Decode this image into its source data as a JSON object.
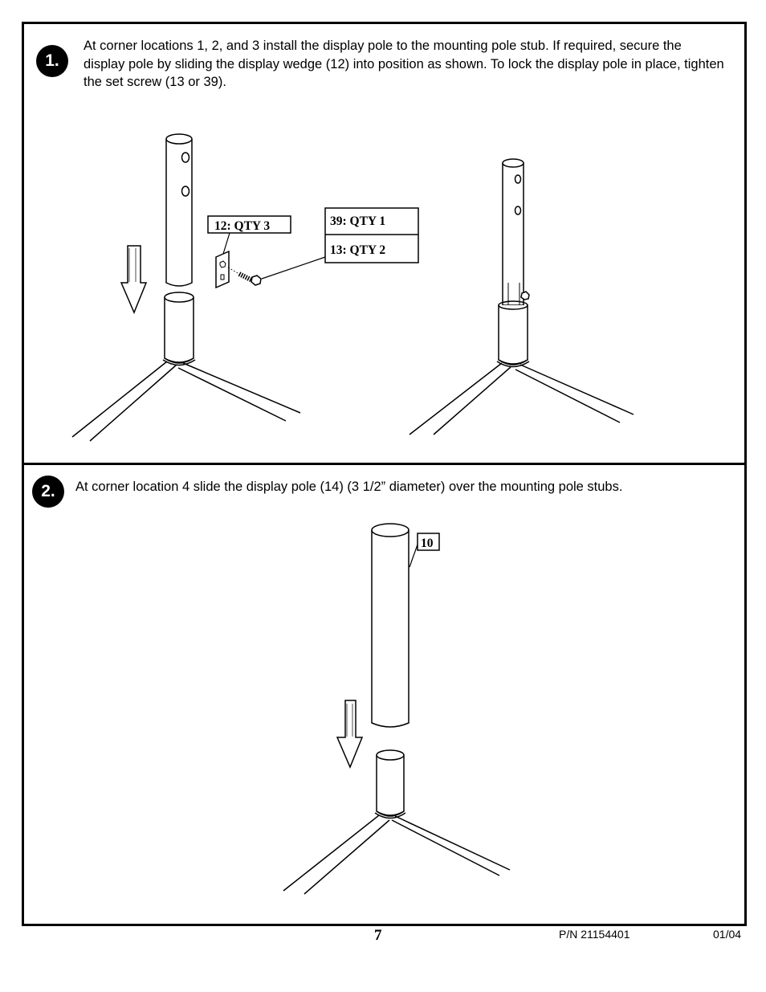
{
  "step1": {
    "badge": "1.",
    "text": "At corner locations 1, 2, and 3 install the display pole to the mounting pole stub.  If required, secure the display pole by sliding the display wedge (12) into position as shown. To lock the display pole in place, tighten the set screw (13 or 39).",
    "callouts": {
      "wedge": "12: QTY 3",
      "screw_a": "39: QTY 1",
      "screw_b": "13: QTY 2"
    }
  },
  "step2": {
    "badge": "2.",
    "text": "At corner location 4 slide the display pole (14) (3 1/2” diameter) over the mounting pole stubs.",
    "callouts": {
      "pole": "10"
    }
  },
  "footer": {
    "page_number": "7",
    "part_number": "P/N 21154401",
    "date": "01/04"
  }
}
